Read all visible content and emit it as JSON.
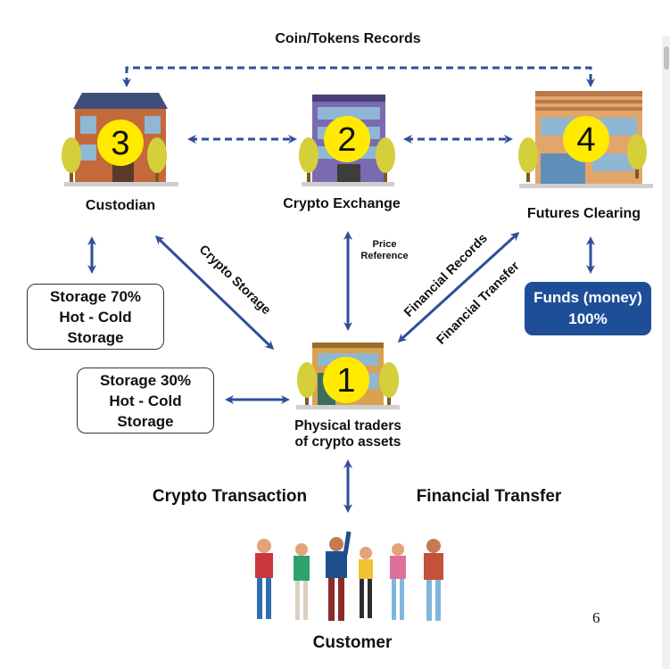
{
  "top_label": "Coin/Tokens Records",
  "nodes": {
    "custodian": {
      "number": "3",
      "label": "Custodian"
    },
    "exchange": {
      "number": "2",
      "label": "Crypto Exchange"
    },
    "futures": {
      "number": "4",
      "label": "Futures Clearing"
    },
    "traders": {
      "number": "1",
      "line1": "Physical traders",
      "line2": "of crypto assets"
    }
  },
  "storage70": {
    "line1": "Storage 70%",
    "line2": "Hot - Cold",
    "line3": "Storage"
  },
  "storage30": {
    "line1": "Storage 30%",
    "line2": "Hot - Cold",
    "line3": "Storage"
  },
  "funds": {
    "line1": "Funds (money)",
    "line2": "100%"
  },
  "arrow_labels": {
    "crypto_storage": "Crypto Storage",
    "price_reference_1": "Price",
    "price_reference_2": "Reference",
    "financial_records": "Financial Records",
    "financial_transfer_diag": "Financial Transfer"
  },
  "bottom": {
    "crypto_transaction": "Crypto Transaction",
    "financial_transfer": "Financial Transfer",
    "customer": "Customer"
  },
  "page_number": "6",
  "colors": {
    "arrow": "#2f4f9a",
    "funds_bg": "#1f4e99",
    "badge": "#ffea00"
  }
}
